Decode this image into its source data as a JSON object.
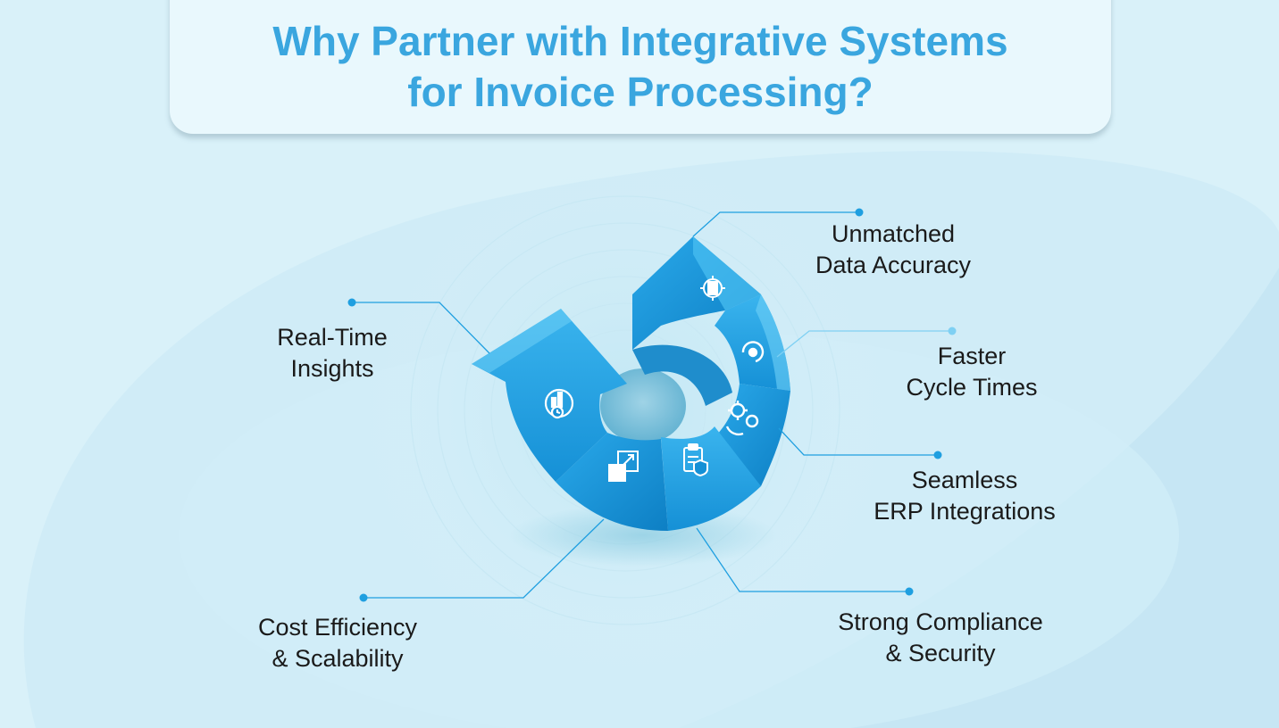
{
  "title": {
    "line1": "Why Partner with Integrative Systems",
    "line2": "for Invoice Processing?"
  },
  "benefits": [
    {
      "line1": "Unmatched",
      "line2": "Data Accuracy",
      "icon": "document-target-icon"
    },
    {
      "line1": "Faster",
      "line2": "Cycle Times",
      "icon": "cycle-refresh-icon"
    },
    {
      "line1": "Seamless",
      "line2": "ERP Integrations",
      "icon": "gears-icon"
    },
    {
      "line1": "Strong Compliance",
      "line2": "& Security",
      "icon": "clipboard-shield-icon"
    },
    {
      "line1": "Cost Efficiency",
      "line2": "& Scalability",
      "icon": "expand-arrows-icon"
    },
    {
      "line1": "Real-Time",
      "line2": "Insights",
      "icon": "analytics-clock-icon"
    }
  ],
  "colors": {
    "background": "#d9f1f9",
    "title": "#3aa6df",
    "accent": "#1ea2e6",
    "connector": "#1f9fe0"
  }
}
